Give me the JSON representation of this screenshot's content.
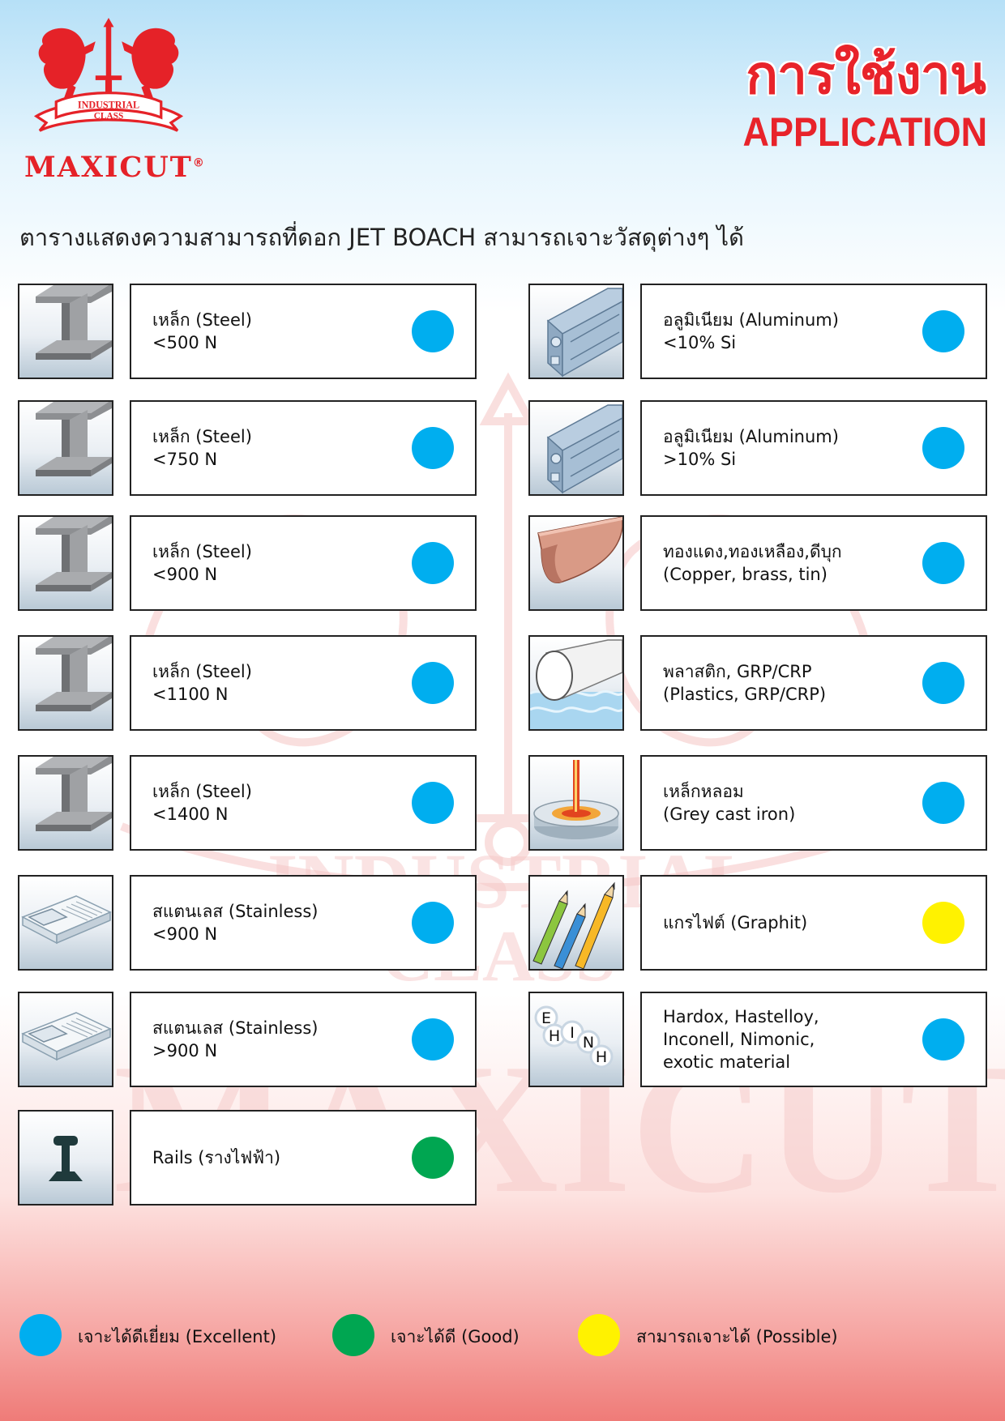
{
  "brand": {
    "logo_text": "INDUSTRIAL CLASS",
    "name": "MAXICUT",
    "registered": "®"
  },
  "heading": {
    "thai": "การใช้งาน",
    "english": "APPLICATION"
  },
  "subtitle": "ตารางแสดงความสามารถที่ดอก JET BOACH สามารถเจาะวัสดุต่างๆ ได้",
  "colors": {
    "excellent": "#00aeef",
    "good": "#00a651",
    "possible": "#fff200",
    "brand_red": "#e8232a"
  },
  "materials_left": [
    {
      "icon": "steel-beam-icon",
      "lines": [
        "เหล็ก (Steel)",
        "<500 N"
      ],
      "rating": "excellent"
    },
    {
      "icon": "steel-beam-icon",
      "lines": [
        "เหล็ก (Steel)",
        "<750 N"
      ],
      "rating": "excellent"
    },
    {
      "icon": "steel-beam-icon",
      "lines": [
        "เหล็ก (Steel)",
        "<900 N"
      ],
      "rating": "excellent"
    },
    {
      "icon": "steel-beam-icon",
      "lines": [
        "เหล็ก (Steel)",
        "<1100 N"
      ],
      "rating": "excellent"
    },
    {
      "icon": "steel-beam-icon",
      "lines": [
        "เหล็ก (Steel)",
        "<1400 N"
      ],
      "rating": "excellent"
    },
    {
      "icon": "stainless-sink-icon",
      "lines": [
        "สแตนเลส (Stainless)",
        "<900 N"
      ],
      "rating": "excellent"
    },
    {
      "icon": "stainless-sink-icon",
      "lines": [
        "สแตนเลส (Stainless)",
        ">900 N"
      ],
      "rating": "excellent"
    },
    {
      "icon": "rail-icon",
      "lines": [
        "Rails (รางไฟฟ้า)"
      ],
      "rating": "good"
    }
  ],
  "materials_right": [
    {
      "icon": "aluminum-profile-icon",
      "lines": [
        "อลูมิเนียม (Aluminum)",
        "<10% Si"
      ],
      "rating": "excellent"
    },
    {
      "icon": "aluminum-profile-icon",
      "lines": [
        "อลูมิเนียม (Aluminum)",
        ">10% Si"
      ],
      "rating": "excellent"
    },
    {
      "icon": "copper-gutter-icon",
      "lines": [
        "ทองแดง,ทองเหลือง,ดีบุก",
        "(Copper, brass, tin)"
      ],
      "rating": "excellent"
    },
    {
      "icon": "plastic-pipe-icon",
      "lines": [
        "พลาสติก, GRP/CRP",
        "(Plastics, GRP/CRP)"
      ],
      "rating": "excellent"
    },
    {
      "icon": "cast-iron-icon",
      "lines": [
        "เหล็กหลอม",
        "(Grey cast iron)"
      ],
      "rating": "excellent"
    },
    {
      "icon": "pencils-icon",
      "lines": [
        "แกรไฟต์ (Graphit)"
      ],
      "rating": "possible"
    },
    {
      "icon": "exotic-alloy-icon",
      "lines": [
        "Hardox, Hastelloy,",
        "Inconell, Nimonic,",
        "exotic material"
      ],
      "rating": "excellent",
      "badge_letters": [
        "E",
        "H",
        "I",
        "N",
        "H"
      ]
    }
  ],
  "legend": [
    {
      "rating": "excellent",
      "label": "เจาะได้ดีเยี่ยม (Excellent)"
    },
    {
      "rating": "good",
      "label": "เจาะได้ดี (Good)"
    },
    {
      "rating": "possible",
      "label": "สามารถเจาะได้ (Possible)"
    }
  ]
}
